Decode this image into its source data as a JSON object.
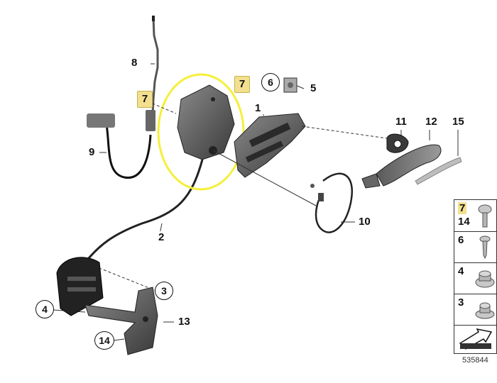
{
  "diagram_id": "535844",
  "highlight_color": "#f3df8f",
  "ellipse_color": "#f5ef3a",
  "callouts": {
    "c1": "1",
    "c2": "2",
    "c3": "3",
    "c4": "4",
    "c5": "5",
    "c6": "6",
    "c7a": "7",
    "c7b": "7",
    "c8": "8",
    "c9": "9",
    "c10": "10",
    "c11": "11",
    "c12": "12",
    "c13": "13",
    "c14": "14",
    "c15": "15"
  },
  "legend": {
    "row1_a": "7",
    "row1_b": "14",
    "row2": "6",
    "row3": "4",
    "row4": "3"
  },
  "icons": [
    "bolt-icon",
    "screw-icon",
    "nut-icon",
    "flange-nut-icon",
    "arrow-icon"
  ]
}
